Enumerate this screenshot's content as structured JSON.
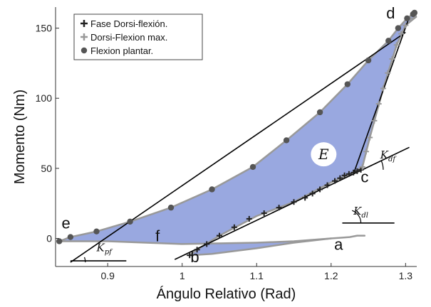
{
  "chart_data": {
    "type": "scatter",
    "xlabel": "Ángulo Relativo (Rad)",
    "ylabel": "Momento (Nm)",
    "xlim": [
      0.83,
      1.315
    ],
    "ylim": [
      -20,
      165
    ],
    "x_ticks": [
      {
        "value": 0.9,
        "label": "0.9"
      },
      {
        "value": 1.0,
        "label": "1"
      },
      {
        "value": 1.1,
        "label": "1.1"
      },
      {
        "value": 1.2,
        "label": "1.2"
      },
      {
        "value": 1.3,
        "label": "1.3"
      }
    ],
    "y_ticks": [
      {
        "value": 0,
        "label": "0"
      },
      {
        "value": 50,
        "label": "50"
      },
      {
        "value": 100,
        "label": "100"
      },
      {
        "value": 150,
        "label": "150"
      }
    ],
    "legend": {
      "position": "top-left",
      "entries": [
        {
          "label": "Fase Dorsi-flexión.",
          "marker": "plus",
          "color": "#222222"
        },
        {
          "label": "Dorsi-Flexion max.",
          "marker": "plus",
          "color": "#999999"
        },
        {
          "label": "Flexion plantar.",
          "marker": "circle",
          "color": "#555555"
        }
      ]
    },
    "series": [
      {
        "name": "Fase Dorsi-flexión.",
        "marker": "plus",
        "color": "#222222",
        "points": [
          [
            1.01,
            -12
          ],
          [
            1.02,
            -8
          ],
          [
            1.033,
            -4
          ],
          [
            1.05,
            2
          ],
          [
            1.07,
            8
          ],
          [
            1.09,
            14
          ],
          [
            1.11,
            18
          ],
          [
            1.13,
            22
          ],
          [
            1.15,
            26
          ],
          [
            1.165,
            29
          ],
          [
            1.175,
            32
          ],
          [
            1.185,
            35
          ],
          [
            1.195,
            38
          ],
          [
            1.205,
            41
          ],
          [
            1.212,
            43
          ],
          [
            1.218,
            45
          ],
          [
            1.224,
            46
          ],
          [
            1.23,
            47
          ],
          [
            1.235,
            48
          ],
          [
            1.24,
            49
          ]
        ]
      },
      {
        "name": "Dorsi-Flexion max.",
        "marker": "plus",
        "color": "#999999",
        "points": [
          [
            1.242,
            51
          ],
          [
            1.247,
            62
          ],
          [
            1.252,
            72
          ],
          [
            1.258,
            84
          ],
          [
            1.264,
            96
          ],
          [
            1.27,
            107
          ],
          [
            1.276,
            118
          ],
          [
            1.282,
            128
          ],
          [
            1.288,
            138
          ],
          [
            1.294,
            146
          ],
          [
            1.3,
            152
          ],
          [
            1.306,
            157
          ],
          [
            1.311,
            159
          ]
        ]
      },
      {
        "name": "Flexion plantar.",
        "marker": "circle",
        "color": "#555555",
        "points": [
          [
            0.835,
            -2
          ],
          [
            0.85,
            1
          ],
          [
            0.885,
            5
          ],
          [
            0.93,
            12
          ],
          [
            0.985,
            22
          ],
          [
            1.04,
            35
          ],
          [
            1.095,
            51
          ],
          [
            1.14,
            70
          ],
          [
            1.185,
            90
          ],
          [
            1.222,
            110
          ],
          [
            1.25,
            127
          ],
          [
            1.277,
            141
          ],
          [
            1.29,
            150
          ],
          [
            1.302,
            157
          ],
          [
            1.31,
            160
          ],
          [
            1.312,
            161
          ]
        ]
      }
    ],
    "boundary_curves": [
      {
        "color": "#999999",
        "points": [
          [
            0.835,
            -2
          ],
          [
            0.85,
            1
          ],
          [
            0.885,
            5
          ],
          [
            0.93,
            12
          ],
          [
            0.985,
            22
          ],
          [
            1.04,
            35
          ],
          [
            1.095,
            51
          ],
          [
            1.14,
            70
          ],
          [
            1.185,
            90
          ],
          [
            1.222,
            110
          ],
          [
            1.25,
            127
          ],
          [
            1.277,
            141
          ],
          [
            1.29,
            150
          ],
          [
            1.302,
            157
          ],
          [
            1.31,
            160
          ],
          [
            1.312,
            161
          ],
          [
            1.314,
            158
          ]
        ]
      },
      {
        "color": "#999999",
        "points": [
          [
            1.314,
            158
          ],
          [
            1.3,
            152
          ],
          [
            1.288,
            138
          ],
          [
            1.27,
            107
          ],
          [
            1.252,
            72
          ],
          [
            1.242,
            51
          ],
          [
            1.23,
            47
          ],
          [
            1.2,
            40
          ],
          [
            1.15,
            26
          ],
          [
            1.1,
            16
          ],
          [
            1.05,
            2
          ],
          [
            1.02,
            -8
          ],
          [
            1.01,
            -12
          ]
        ]
      },
      {
        "color": "#999999",
        "points": [
          [
            0.835,
            -2
          ],
          [
            0.9,
            -2
          ],
          [
            1.0,
            -4
          ],
          [
            1.1,
            -3
          ],
          [
            1.15,
            -2
          ],
          [
            1.2,
            0
          ],
          [
            1.225,
            1
          ],
          [
            1.235,
            2
          ],
          [
            1.245,
            2
          ]
        ]
      },
      {
        "color": "#999999",
        "points": [
          [
            1.01,
            -12
          ],
          [
            1.04,
            -11
          ],
          [
            1.1,
            -7
          ],
          [
            1.15,
            -3
          ],
          [
            1.2,
            0
          ]
        ]
      }
    ],
    "shaded_region": {
      "label": "E",
      "color": "#99a8e0",
      "points": [
        [
          0.835,
          -2
        ],
        [
          0.85,
          1
        ],
        [
          0.885,
          5
        ],
        [
          0.93,
          12
        ],
        [
          0.985,
          22
        ],
        [
          1.04,
          35
        ],
        [
          1.095,
          51
        ],
        [
          1.14,
          70
        ],
        [
          1.185,
          90
        ],
        [
          1.222,
          110
        ],
        [
          1.25,
          127
        ],
        [
          1.277,
          141
        ],
        [
          1.29,
          150
        ],
        [
          1.302,
          157
        ],
        [
          1.312,
          161
        ],
        [
          1.314,
          158
        ],
        [
          1.3,
          152
        ],
        [
          1.288,
          138
        ],
        [
          1.27,
          107
        ],
        [
          1.252,
          72
        ],
        [
          1.242,
          51
        ],
        [
          1.23,
          47
        ],
        [
          1.2,
          40
        ],
        [
          1.15,
          26
        ],
        [
          1.1,
          16
        ],
        [
          1.05,
          2
        ],
        [
          1.02,
          -8
        ],
        [
          1.01,
          -12
        ],
        [
          1.04,
          -11
        ],
        [
          1.1,
          -7
        ],
        [
          1.15,
          -3
        ],
        [
          1.2,
          0
        ],
        [
          1.1,
          -3
        ],
        [
          1.0,
          -4
        ],
        [
          0.9,
          -2
        ]
      ]
    },
    "reference_lines": [
      {
        "name": "K_pf",
        "from": [
          0.85,
          -17
        ],
        "to": [
          1.3,
          147
        ]
      },
      {
        "name": "K_df",
        "from": [
          0.99,
          -15
        ],
        "to": [
          1.305,
          65
        ]
      },
      {
        "name": "K_dl",
        "from": [
          1.23,
          46
        ],
        "to": [
          1.305,
          158
        ]
      },
      {
        "name": "K_dl-base",
        "from": [
          1.215,
          11
        ],
        "to": [
          1.285,
          11
        ]
      },
      {
        "name": "K_pf-base",
        "from": [
          0.85,
          -16
        ],
        "to": [
          0.925,
          -16
        ]
      }
    ],
    "angle_labels": [
      {
        "symbol": "K",
        "sub": "pf",
        "x": 0.885,
        "y": -9
      },
      {
        "symbol": "K",
        "sub": "df",
        "x": 1.266,
        "y": 57
      },
      {
        "symbol": "K",
        "sub": "dl",
        "x": 1.23,
        "y": 17
      }
    ],
    "point_labels": [
      {
        "text": "a",
        "x": 1.21,
        "y": -8
      },
      {
        "text": "b",
        "x": 1.017,
        "y": -17
      },
      {
        "text": "c",
        "x": 1.245,
        "y": 40
      },
      {
        "text": "d",
        "x": 1.28,
        "y": 157
      },
      {
        "text": "e",
        "x": 0.844,
        "y": 7
      },
      {
        "text": "f",
        "x": 0.967,
        "y": -2
      }
    ],
    "energy_label": {
      "text": "E",
      "x": 1.19,
      "y": 60
    }
  }
}
